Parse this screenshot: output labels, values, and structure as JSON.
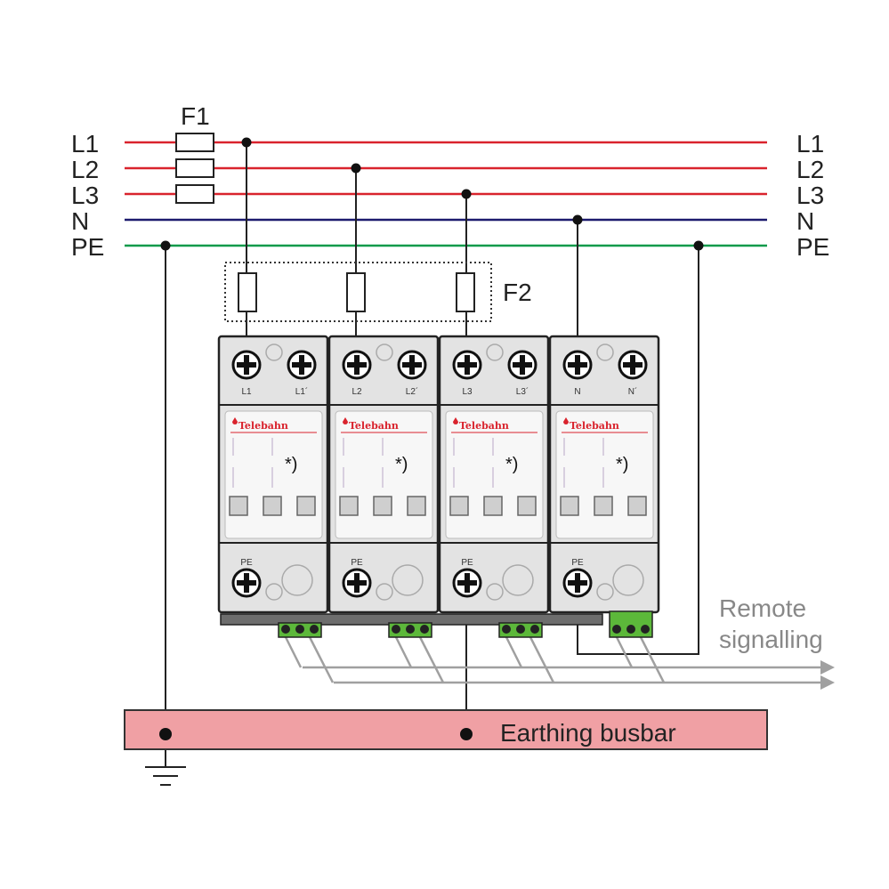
{
  "conductors": [
    {
      "label": "L1",
      "color": "#d9232d"
    },
    {
      "label": "L2",
      "color": "#d9232d"
    },
    {
      "label": "L3",
      "color": "#d9232d"
    },
    {
      "label": "N",
      "color": "#1c1a6e"
    },
    {
      "label": "PE",
      "color": "#0c9a4a"
    }
  ],
  "fuse_labels": {
    "f1": "F1",
    "f2": "F2"
  },
  "modules": [
    {
      "in": "L1",
      "out": "L1´",
      "pe": "PE",
      "brand": "Telebahn",
      "mark": "*)"
    },
    {
      "in": "L2",
      "out": "L2´",
      "pe": "PE",
      "brand": "Telebahn",
      "mark": "*)"
    },
    {
      "in": "L3",
      "out": "L3´",
      "pe": "PE",
      "brand": "Telebahn",
      "mark": "*)"
    },
    {
      "in": "N",
      "out": "N´",
      "pe": "PE",
      "brand": "Telebahn",
      "mark": "*)"
    }
  ],
  "remote": {
    "line1": "Remote",
    "line2": "signalling"
  },
  "busbar": {
    "label": "Earthing busbar",
    "color": "#f0a0a4"
  },
  "colors": {
    "brand": "#d9232d",
    "module": "#e3e3e3",
    "terminal": "#5cb83a",
    "signal": "#a0a0a0"
  }
}
